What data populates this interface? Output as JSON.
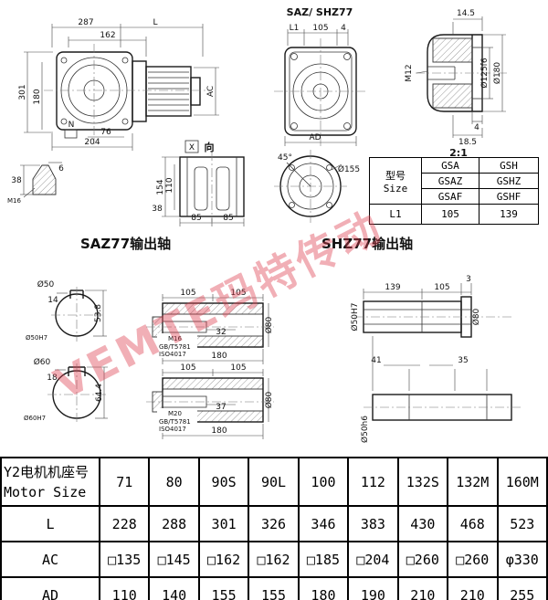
{
  "watermark": "VEMTE玛特传动",
  "titles": {
    "assembly": "SAZ/ SHZ77",
    "scale": "2:1",
    "x_view_x": "X",
    "x_view_dir": "向",
    "saz_section": "SAZ77输出轴",
    "shz_section": "SHZ77输出轴"
  },
  "side_view": {
    "d287": "287",
    "dL": "L",
    "d162": "162",
    "d301": "301",
    "d180": "180",
    "d76": "76",
    "d204": "204",
    "dN": "N",
    "dAC": "AC"
  },
  "front_view": {
    "dL1": "L1",
    "d105": "105",
    "d4": "4",
    "dAD": "AD"
  },
  "flange_detail": {
    "d14_5": "14.5",
    "dM12": "M12",
    "d125": "Ø125f6",
    "d180": "Ø180",
    "d4": "4",
    "d18_5": "18.5"
  },
  "cone_detail": {
    "d6": "6",
    "d38": "38",
    "dM16": "M16"
  },
  "x_view": {
    "d154": "154",
    "d110": "110",
    "d38": "38",
    "d85a": "85",
    "d85b": "85"
  },
  "hole_circle": {
    "d45": "45°",
    "d155": "Ø155"
  },
  "size_table": {
    "col1_line1": "型号",
    "col1_line2": "Size",
    "r1c1": "GSA",
    "r1c2": "GSH",
    "r2c1": "GSAZ",
    "r2c2": "GSHZ",
    "r3c1": "GSAF",
    "r3c2": "GSHF",
    "l1_label": "L1",
    "l1_v1": "105",
    "l1_v2": "139"
  },
  "saz_bore50": {
    "d50": "Ø50",
    "d14": "14",
    "d53_8": "53.8",
    "d50h7": "Ø50H7"
  },
  "saz_bore60": {
    "d60": "Ø60",
    "d18": "18",
    "d64_4": "64.4",
    "d60h7": "Ø60H7"
  },
  "saz_shaft50": {
    "d105a": "105",
    "d105b": "105",
    "bolt": "M16",
    "std1": "GB/T5781",
    "std2": "ISO4017",
    "d32": "32",
    "d180": "180",
    "d80": "Ø80"
  },
  "saz_shaft60": {
    "d105a": "105",
    "d105b": "105",
    "bolt": "M20",
    "std1": "GB/T5781",
    "std2": "ISO4017",
    "d37": "37",
    "d180": "180",
    "d80": "Ø80"
  },
  "shz_shaft": {
    "d139": "139",
    "d105": "105",
    "d3": "3",
    "d50h7": "Ø50H7",
    "d80": "Ø80",
    "d41": "41",
    "d35": "35",
    "d50h6": "Ø50h6"
  },
  "motor_table": {
    "header_cn": "Y2电机机座号",
    "header_en": "Motor Size",
    "sizes": [
      "71",
      "80",
      "90S",
      "90L",
      "100",
      "112",
      "132S",
      "132M",
      "160M"
    ],
    "rows": [
      {
        "label": "L",
        "values": [
          "228",
          "288",
          "301",
          "326",
          "346",
          "383",
          "430",
          "468",
          "523"
        ]
      },
      {
        "label": "AC",
        "values": [
          "□135",
          "□145",
          "□162",
          "□162",
          "□185",
          "□204",
          "□260",
          "□260",
          "φ330"
        ]
      },
      {
        "label": "AD",
        "values": [
          "110",
          "140",
          "155",
          "155",
          "180",
          "190",
          "210",
          "210",
          "255"
        ]
      }
    ]
  }
}
